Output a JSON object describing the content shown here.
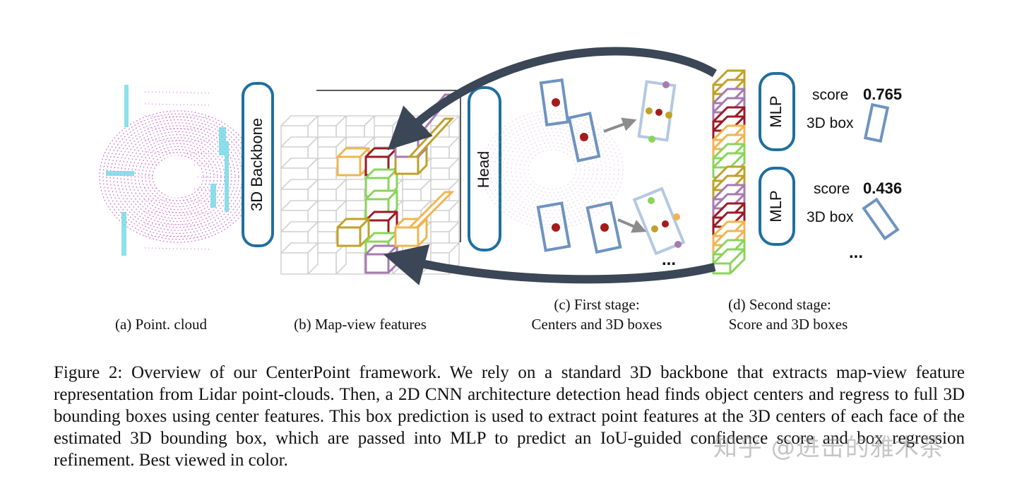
{
  "figure": {
    "modules": {
      "backbone": "3D Backbone",
      "head": "Head",
      "mlp_top": "MLP",
      "mlp_bottom": "MLP"
    },
    "outputs": {
      "top": {
        "score_label": "score",
        "score_value": "0.765",
        "box_label": "3D box"
      },
      "bottom": {
        "score_label": "score",
        "score_value": "0.436",
        "box_label": "3D box"
      },
      "ellipsis_first_stage": "...",
      "ellipsis_second_stage": "..."
    },
    "subcaptions": {
      "a": "(a) Point. cloud",
      "b": "(b) Map-view features",
      "c_line1": "(c) First stage:",
      "c_line2": "Centers and 3D boxes",
      "d_line1": "(d) Second stage:",
      "d_line2": "Score and 3D boxes"
    },
    "colors": {
      "module_border": "#1f6f9e",
      "arrow": "#3b4656",
      "box": "#6e93c0",
      "center_dot": "#a31c1c",
      "purple": "#a67bb0",
      "gold": "#c0a12a",
      "crimson": "#9b1b26",
      "orange": "#f0b550",
      "green": "#8ad45a",
      "grid": "#d2d2d2"
    }
  },
  "caption": "Figure 2: Overview of our CenterPoint framework. We rely on a standard 3D backbone that extracts map-view feature representation from Lidar point-clouds. Then, a 2D CNN architecture detection head finds object centers and regress to full 3D bounding boxes using center features. This box prediction is used to extract point features at the 3D centers of each face of the estimated 3D bounding box, which are passed into MLP to predict an IoU-guided confidence score and box regression refinement. Best viewed in color.",
  "watermark": "知乎 @进击的雅木茶"
}
